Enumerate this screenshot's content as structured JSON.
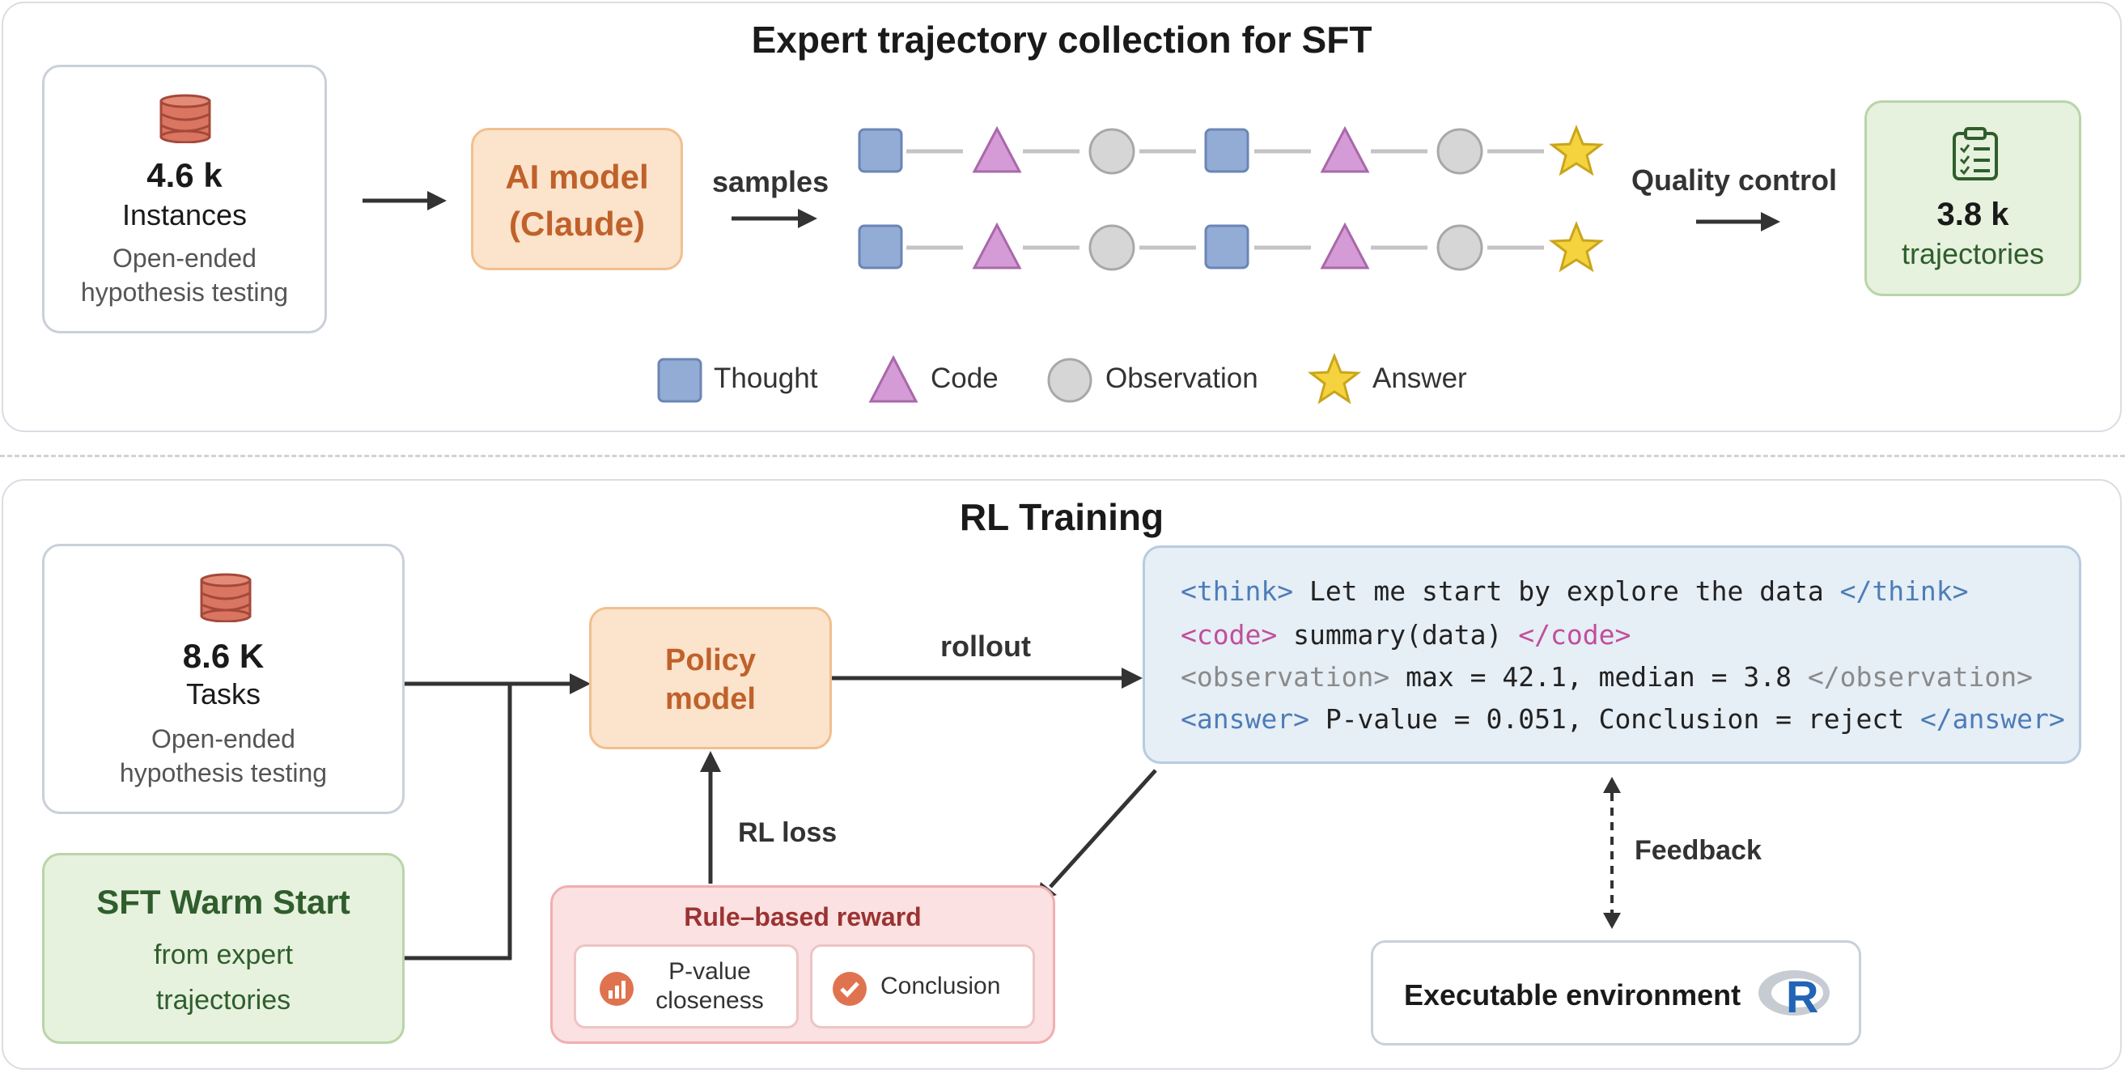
{
  "sft": {
    "title": "Expert trajectory collection for SFT",
    "instances": {
      "count": "4.6 k",
      "label": "Instances",
      "desc_line1": "Open-ended",
      "desc_line2": "hypothesis testing"
    },
    "model": {
      "line1": "AI model",
      "line2": "(Claude)"
    },
    "samples_label": "samples",
    "quality_label": "Quality control",
    "trajectories": {
      "count": "3.8 k",
      "label": "trajectories"
    },
    "legend": [
      {
        "shape": "square",
        "label": "Thought"
      },
      {
        "shape": "triangle",
        "label": "Code"
      },
      {
        "shape": "circle",
        "label": "Observation"
      },
      {
        "shape": "star",
        "label": "Answer"
      }
    ],
    "sequence": [
      "square",
      "triangle",
      "circle",
      "square",
      "triangle",
      "circle",
      "star"
    ]
  },
  "rl": {
    "title": "RL Training",
    "tasks": {
      "count": "8.6 K",
      "label": "Tasks",
      "desc_line1": "Open-ended",
      "desc_line2": "hypothesis testing"
    },
    "warm_start": {
      "title": "SFT Warm Start",
      "line1": "from expert",
      "line2": "trajectories"
    },
    "policy": {
      "line1": "Policy",
      "line2": "model"
    },
    "rollout_label": "rollout",
    "rl_loss_label": "RL loss",
    "feedback_label": "Feedback",
    "reward": {
      "title": "Rule–based reward",
      "item1_line1": "P-value",
      "item1_line2": "closeness",
      "item2": "Conclusion"
    },
    "env": {
      "label": "Executable environment",
      "logo": "R"
    },
    "code": {
      "think_open": "<think>",
      "think_text": " Let me start by explore the data ",
      "think_close": "</think>",
      "code_open": "<code>",
      "code_text": " summary(data) ",
      "code_close": "</code>",
      "obs_open": "<observation>",
      "obs_text": " max = 42.1, median = 3.8 ",
      "obs_close": "</observation>",
      "answer_open": "<answer>",
      "answer_text": " P-value = 0.051, Conclusion = reject ",
      "answer_close": "</answer>"
    }
  },
  "colors": {
    "thought": "#93acd6",
    "code": "#d49bd6",
    "observation": "#d6d6d6",
    "answer": "#f5d33f",
    "orange_text": "#c0612a",
    "green_text": "#2f5e2c",
    "red_text": "#9b3232"
  }
}
